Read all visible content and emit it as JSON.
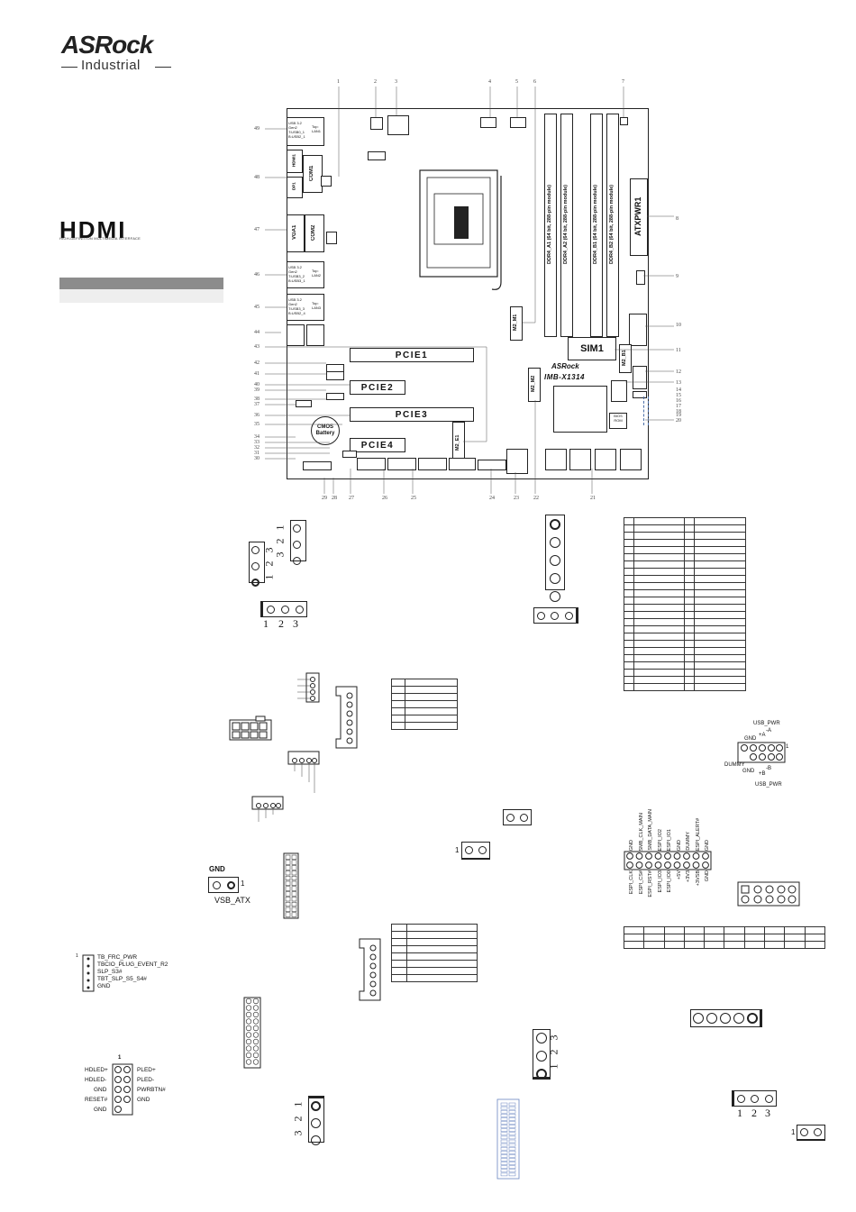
{
  "brand": {
    "name": "ASRock",
    "sub": "Industrial"
  },
  "hdmi_logo": {
    "text": "HDMI",
    "tagline": "HIGH-DEFINITION MULTIMEDIA INTERFACE"
  },
  "board": {
    "model": "IMB-X1314",
    "brand_chip": "ASRock",
    "slots": {
      "pcie1": "PCIE1",
      "pcie2": "PCIE2",
      "pcie3": "PCIE3",
      "pcie4": "PCIE4"
    },
    "dimms": [
      "DDR4_A1 (64 bit, 288-pin module)",
      "DDR4_A2 (64 bit, 288-pin module)",
      "DDR4_B1 (64 bit, 288-pin module)",
      "DDR4_B2 (64 bit, 288-pin module)"
    ],
    "atxpwr": "ATXPWR1",
    "sim": "SIM1",
    "m2": {
      "m1": "M2_M1",
      "m2": "M2_M2",
      "b1": "M2_B1",
      "e1": "M2_E1"
    },
    "io": {
      "com1": "COM1",
      "com2": "COM2",
      "vga": "VGA1",
      "hdmi": "HDMI1",
      "dp": "DP1",
      "usb_top": "USB 3.2 Gen2 T:USB0_1 B:USB2_1",
      "lan_top": "Top: LAN1",
      "usb_mid": "USB 3.2 Gen2 T:USB3_2 B:USB3_1",
      "lan_mid": "Top: LAN2",
      "usb_bot": "USB 3.2 Gen2 T:USB3_3 B:USB2_4",
      "lan_bot": "Top: LAN3"
    },
    "cmos": "CMOS Battery",
    "bios": "BIOS ROM",
    "callouts_top": [
      "1",
      "2",
      "3",
      "4",
      "5",
      "6",
      "7"
    ],
    "callouts_right": [
      "8",
      "9",
      "10",
      "11",
      "12",
      "13",
      "14",
      "15",
      "16",
      "17",
      "18",
      "19",
      "20"
    ],
    "callouts_bottom": [
      "29",
      "28",
      "27",
      "26",
      "25",
      "24",
      "23",
      "22",
      "21"
    ],
    "callouts_left": [
      "49",
      "48",
      "47",
      "46",
      "45",
      "44",
      "43",
      "42",
      "41",
      "40",
      "39",
      "38",
      "37",
      "36",
      "35",
      "34",
      "33",
      "32",
      "31",
      "30"
    ]
  },
  "pin_numbers": {
    "one": "1",
    "two": "2",
    "three": "3"
  },
  "gnd_label": "GND",
  "vsb_label": "VSB_ATX",
  "tbt_header": [
    "TB_FRC_PWR",
    "TBCIO_PLUG_EVENT_R2",
    "SLP_S3#",
    "TBT_SLP_S5_S4#",
    "GND"
  ],
  "panel_header": {
    "left": [
      "HDLED+",
      "HDLED-",
      "GND",
      "RESET#",
      "GND"
    ],
    "right": [
      "PLED+",
      "PLED-",
      "PWRBTN#",
      "GND"
    ]
  },
  "usb_header": {
    "top": "USB_PWR",
    "left1": "GND",
    "left2": "DUMMY",
    "a": "-A",
    "plus_a": "+A",
    "minus_b": "-B",
    "plus_b": "+B",
    "gnd_bottom": "GND",
    "bottom": "USB_PWR"
  },
  "espi_header": {
    "top": [
      "GND",
      "SMB_CLK_MAIN",
      "SMB_DATA_MAIN",
      "ESPI_IO2",
      "ESPI_IO1",
      "GND",
      "DUMMY",
      "ESPI_ALERT#",
      "GND"
    ],
    "bottom": [
      "ESPI_CLK",
      "ESPI_CS#",
      "ESPI_RST#",
      "ESPI_IO3",
      "ESPI_IO0",
      "+5V",
      "+3V3",
      "+3VSB",
      "GND"
    ]
  }
}
